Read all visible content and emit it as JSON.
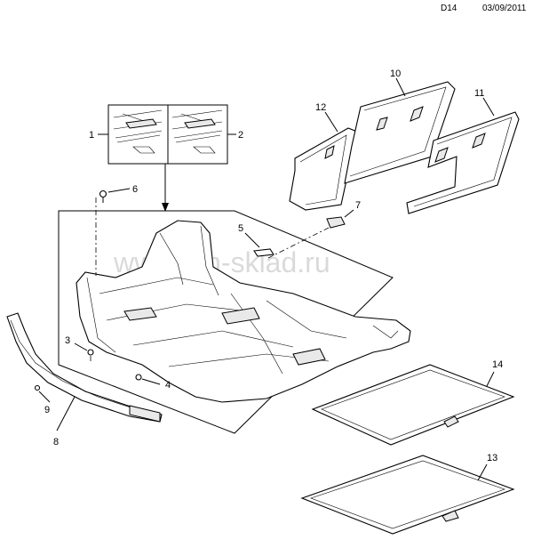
{
  "header": {
    "page_code": "D14",
    "date": "03/09/2011"
  },
  "watermark": "www.gm-sklad.ru",
  "callouts": {
    "c1": "1",
    "c2": "2",
    "c3": "3",
    "c4": "4",
    "c5": "5",
    "c6": "6",
    "c7": "7",
    "c8": "8",
    "c9": "9",
    "c10": "10",
    "c11": "11",
    "c12": "12",
    "c13": "13",
    "c14": "14"
  }
}
